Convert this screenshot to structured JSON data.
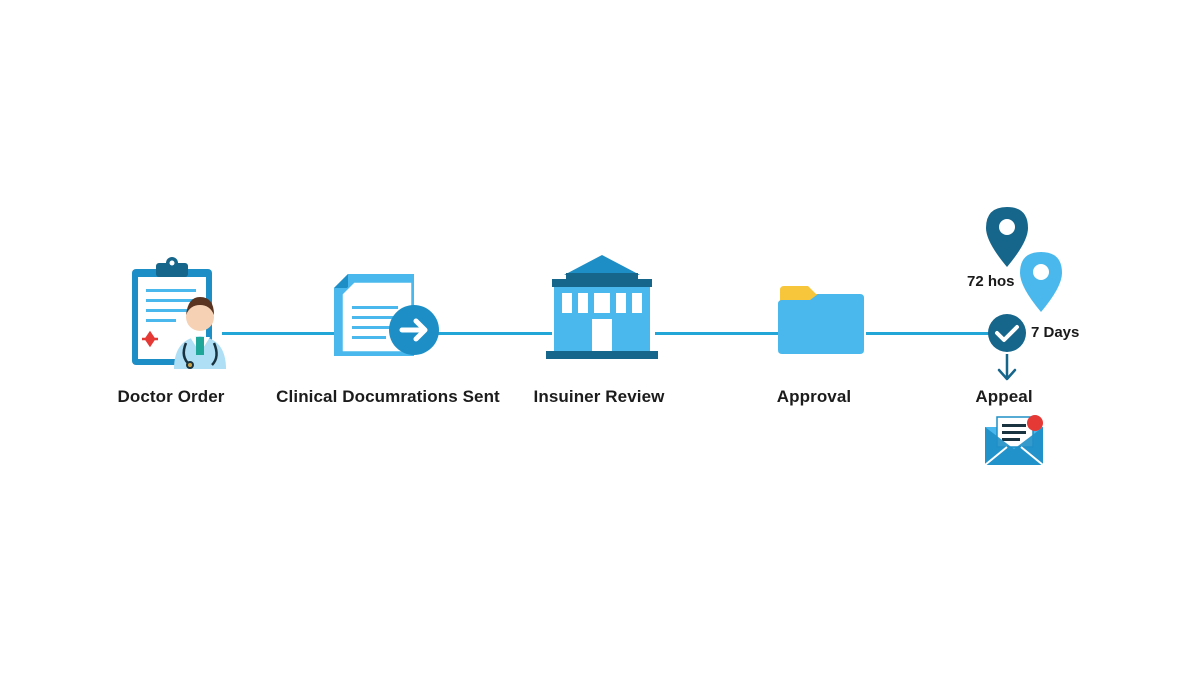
{
  "steps": [
    {
      "label": "Doctor Order",
      "icon": "doctor-clipboard-icon"
    },
    {
      "label": "Clinical Documrations Sent",
      "icon": "document-send-icon"
    },
    {
      "label": "Insuiner Review",
      "icon": "bank-building-icon"
    },
    {
      "label": "Approval",
      "icon": "folder-icon"
    },
    {
      "label": "Appeal",
      "icon": "envelope-notification-icon"
    }
  ],
  "timings": {
    "first": "72 hos",
    "second": "7 Days"
  },
  "colors": {
    "connector": "#22a6d8",
    "primary_blue": "#1e8fc6",
    "dark_teal": "#16658a",
    "light_blue": "#4ab8ec",
    "folder_yellow": "#f8c63a",
    "accent_red": "#e53935"
  }
}
